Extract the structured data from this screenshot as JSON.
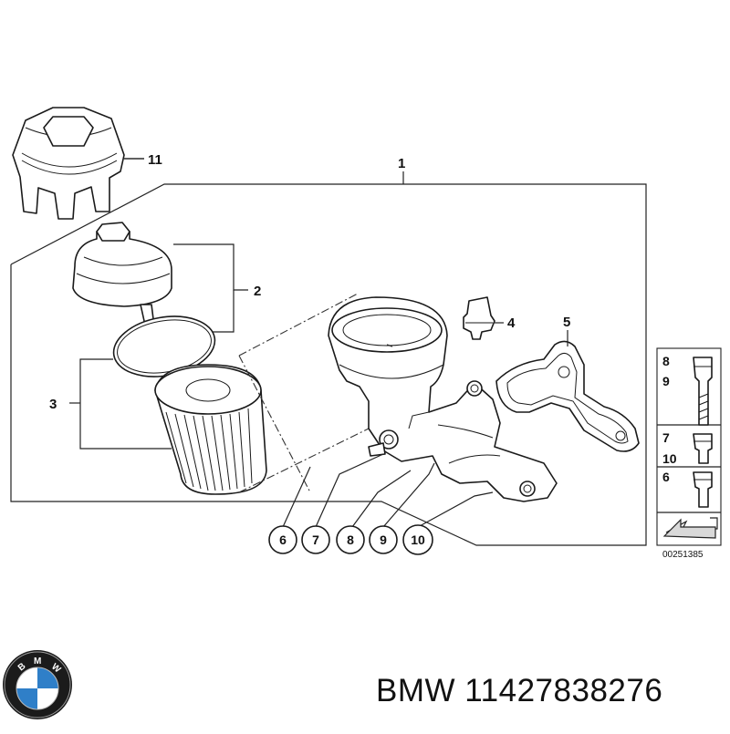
{
  "diagram": {
    "callouts": {
      "main_assembly": "1",
      "filter_cap": "2",
      "filter_element": "3",
      "sensor": "4",
      "gasket": "5",
      "tool": "11"
    },
    "circled_refs": [
      "6",
      "7",
      "8",
      "9",
      "10"
    ],
    "fastener_panel": {
      "bolt_long": [
        "8",
        "9"
      ],
      "bolt_mid": [
        "7",
        "10"
      ],
      "bolt_short": [
        "6"
      ]
    },
    "image_ref": "00251385"
  },
  "footer": {
    "brand": "BMW",
    "part_number": "11427838276"
  },
  "logo": {
    "lettering": "BMW"
  }
}
